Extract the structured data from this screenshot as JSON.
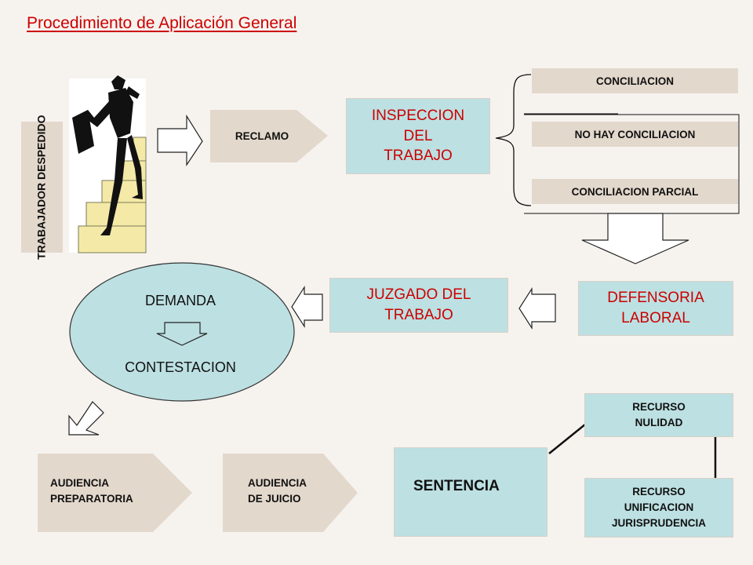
{
  "title": "Procedimiento de Aplicación General",
  "trabajador": "TRABAJADOR\nDESPEDIDO",
  "reclamo": "RECLAMO",
  "inspeccion": "INSPECCION\nDEL\nTRABAJO",
  "conciliacion": "CONCILIACION",
  "no_conciliacion": "NO HAY CONCILIACION",
  "conciliacion_parcial": "CONCILIACION PARCIAL",
  "defensoria": "DEFENSORIA\nLABORAL",
  "juzgado": "JUZGADO DEL\nTRABAJO",
  "demanda": "DEMANDA",
  "contestacion": "CONTESTACION",
  "audiencia_preparatoria": "AUDIENCIA\nPREPARATORIA",
  "audiencia_juicio": "AUDIENCIA\nDE JUICIO",
  "sentencia": "SENTENCIA",
  "recurso_nulidad": "RECURSO\nNULIDAD",
  "recurso_unificacion": "RECURSO\nUNIFICACION\nJURISPRUDENCIA",
  "colors": {
    "title": "#cc0000",
    "tan": "#e3d8cc",
    "teal": "#bde0e2",
    "background": "#f6f3ef"
  }
}
